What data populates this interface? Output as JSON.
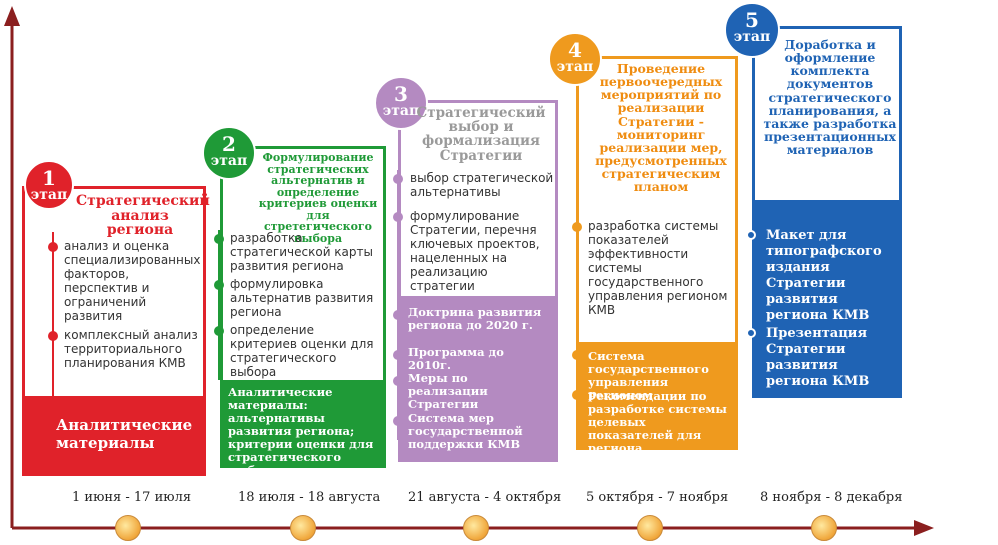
{
  "colors": {
    "axis": "#8b1f1f",
    "stage1": "#e0222a",
    "stage2": "#1f9a37",
    "stage3": "#b48ac1",
    "stage4": "#ef9a1e",
    "stage5": "#1f63b4"
  },
  "stages": [
    {
      "num": "1",
      "label": "этап",
      "title": "Стратегический анализ региона",
      "items": [
        "анализ и оценка специализированных факторов, перспектив и ограничений развития",
        "комплексный анализ территориального планирования КМВ"
      ],
      "fill": [
        "Аналитические материалы"
      ],
      "date": "1 июня - 17 июля"
    },
    {
      "num": "2",
      "label": "этап",
      "title": "Формулирование стратегических альтернатив и определение критериев оценки для стретегического выбора",
      "items": [
        "разработка стратегической карты развития региона",
        "формулировка альтернатив развития региона",
        "определение критериев оценки для стратегического выбора"
      ],
      "fill": [
        "Аналитические материалы: альтернативы развития региона; критерии оценки для стратегического выбора"
      ],
      "date": "18 июля - 18 августа"
    },
    {
      "num": "3",
      "label": "этап",
      "title": "Стратегический выбор и формализация Стратегии",
      "items": [
        "выбор стратегической альтернативы",
        "формулирование Стратегии, перечня ключевых проектов, нацеленных на реализацию стратегии"
      ],
      "fill": [
        "Доктрина развития региона до 2020 г.",
        "Программа до 2010г.",
        "Меры по реализации Стратегии",
        "Система мер государственной поддержки КМВ"
      ],
      "date": "21 августа - 4 октября"
    },
    {
      "num": "4",
      "label": "этап",
      "title": "Проведение первоочередных мероприятий по реализации Стратегии - мониторинг реализации мер, предусмотренных стратегическим планом",
      "items": [
        "разработка системы показателей эффективности системы государственного управления регионом КМВ"
      ],
      "fill": [
        "Система государственного управления регионом",
        "Рекомендации по разработке системы целевых показателей для региона"
      ],
      "date": "5 октября - 7 ноября"
    },
    {
      "num": "5",
      "label": "этап",
      "title": "Доработка и оформление комплекта документов стратегического планирования, а также разработка презентационных материалов",
      "items": [],
      "fill": [
        "Макет для типографского издания Стратегии развития региона КМВ",
        "Презентация Стратегии развития региона КМВ"
      ],
      "date": "8 ноября - 8 декабря"
    }
  ]
}
